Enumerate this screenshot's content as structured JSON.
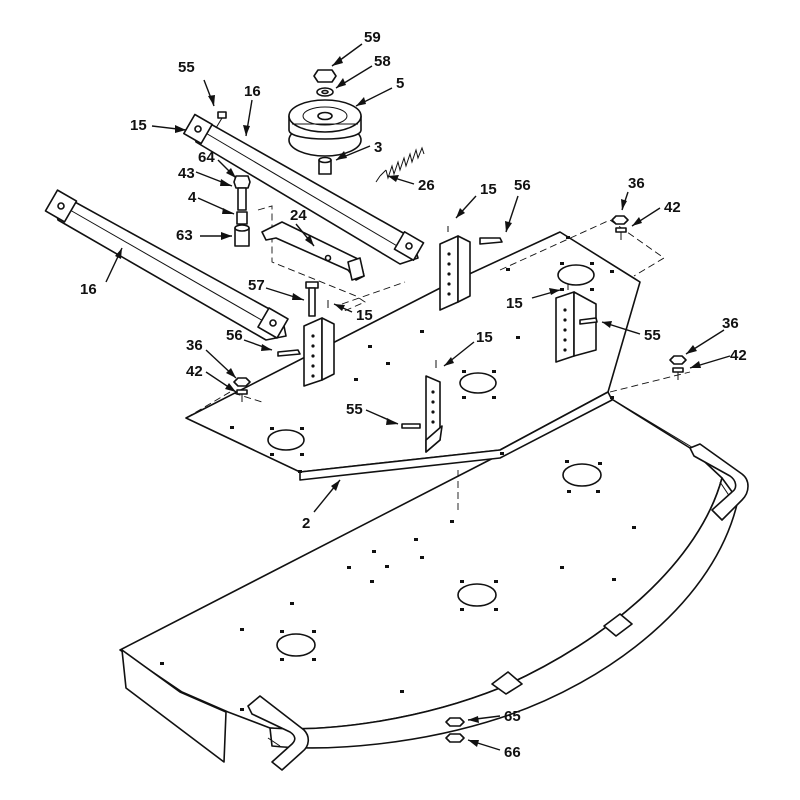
{
  "callouts": [
    {
      "id": "c59",
      "label": "59"
    },
    {
      "id": "c58",
      "label": "58"
    },
    {
      "id": "c5",
      "label": "5"
    },
    {
      "id": "c55a",
      "label": "55"
    },
    {
      "id": "c16a",
      "label": "16"
    },
    {
      "id": "c15a",
      "label": "15"
    },
    {
      "id": "c3",
      "label": "3"
    },
    {
      "id": "c64",
      "label": "64"
    },
    {
      "id": "c43",
      "label": "43"
    },
    {
      "id": "c26",
      "label": "26"
    },
    {
      "id": "c4",
      "label": "4"
    },
    {
      "id": "c24",
      "label": "24"
    },
    {
      "id": "c15b",
      "label": "15"
    },
    {
      "id": "c56a",
      "label": "56"
    },
    {
      "id": "c36a",
      "label": "36"
    },
    {
      "id": "c42a",
      "label": "42"
    },
    {
      "id": "c63",
      "label": "63"
    },
    {
      "id": "c16b",
      "label": "16"
    },
    {
      "id": "c57",
      "label": "57"
    },
    {
      "id": "c15c",
      "label": "15"
    },
    {
      "id": "c15d",
      "label": "15"
    },
    {
      "id": "c55b",
      "label": "55"
    },
    {
      "id": "c56b",
      "label": "56"
    },
    {
      "id": "c36b",
      "label": "36"
    },
    {
      "id": "c42b",
      "label": "42"
    },
    {
      "id": "c15e",
      "label": "15"
    },
    {
      "id": "c36c",
      "label": "36"
    },
    {
      "id": "c42c",
      "label": "42"
    },
    {
      "id": "c55c",
      "label": "55"
    },
    {
      "id": "c2",
      "label": "2"
    },
    {
      "id": "c65",
      "label": "65"
    },
    {
      "id": "c66",
      "label": "66"
    }
  ]
}
